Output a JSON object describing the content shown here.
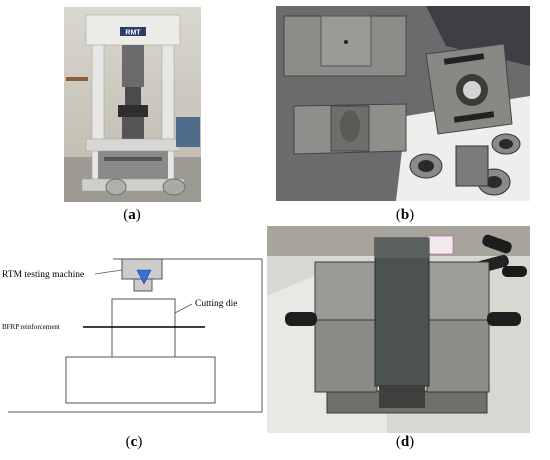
{
  "captions": {
    "a": {
      "open": "(",
      "letter": "a",
      "close": ")"
    },
    "b": {
      "open": "(",
      "letter": "b",
      "close": ")"
    },
    "c": {
      "open": "(",
      "letter": "c",
      "close": ")"
    },
    "d": {
      "open": "(",
      "letter": "d",
      "close": ")"
    }
  },
  "panel_a": {
    "machine_brand": "RMT"
  },
  "panel_c": {
    "label_machine": "RTM testing machine",
    "label_die": "Cutting die",
    "label_bar": "BFRP reinforcement"
  },
  "colors": {
    "arrow_fill": "#3b6fd8",
    "machine_fill": "#cccccc",
    "line": "#555555"
  }
}
